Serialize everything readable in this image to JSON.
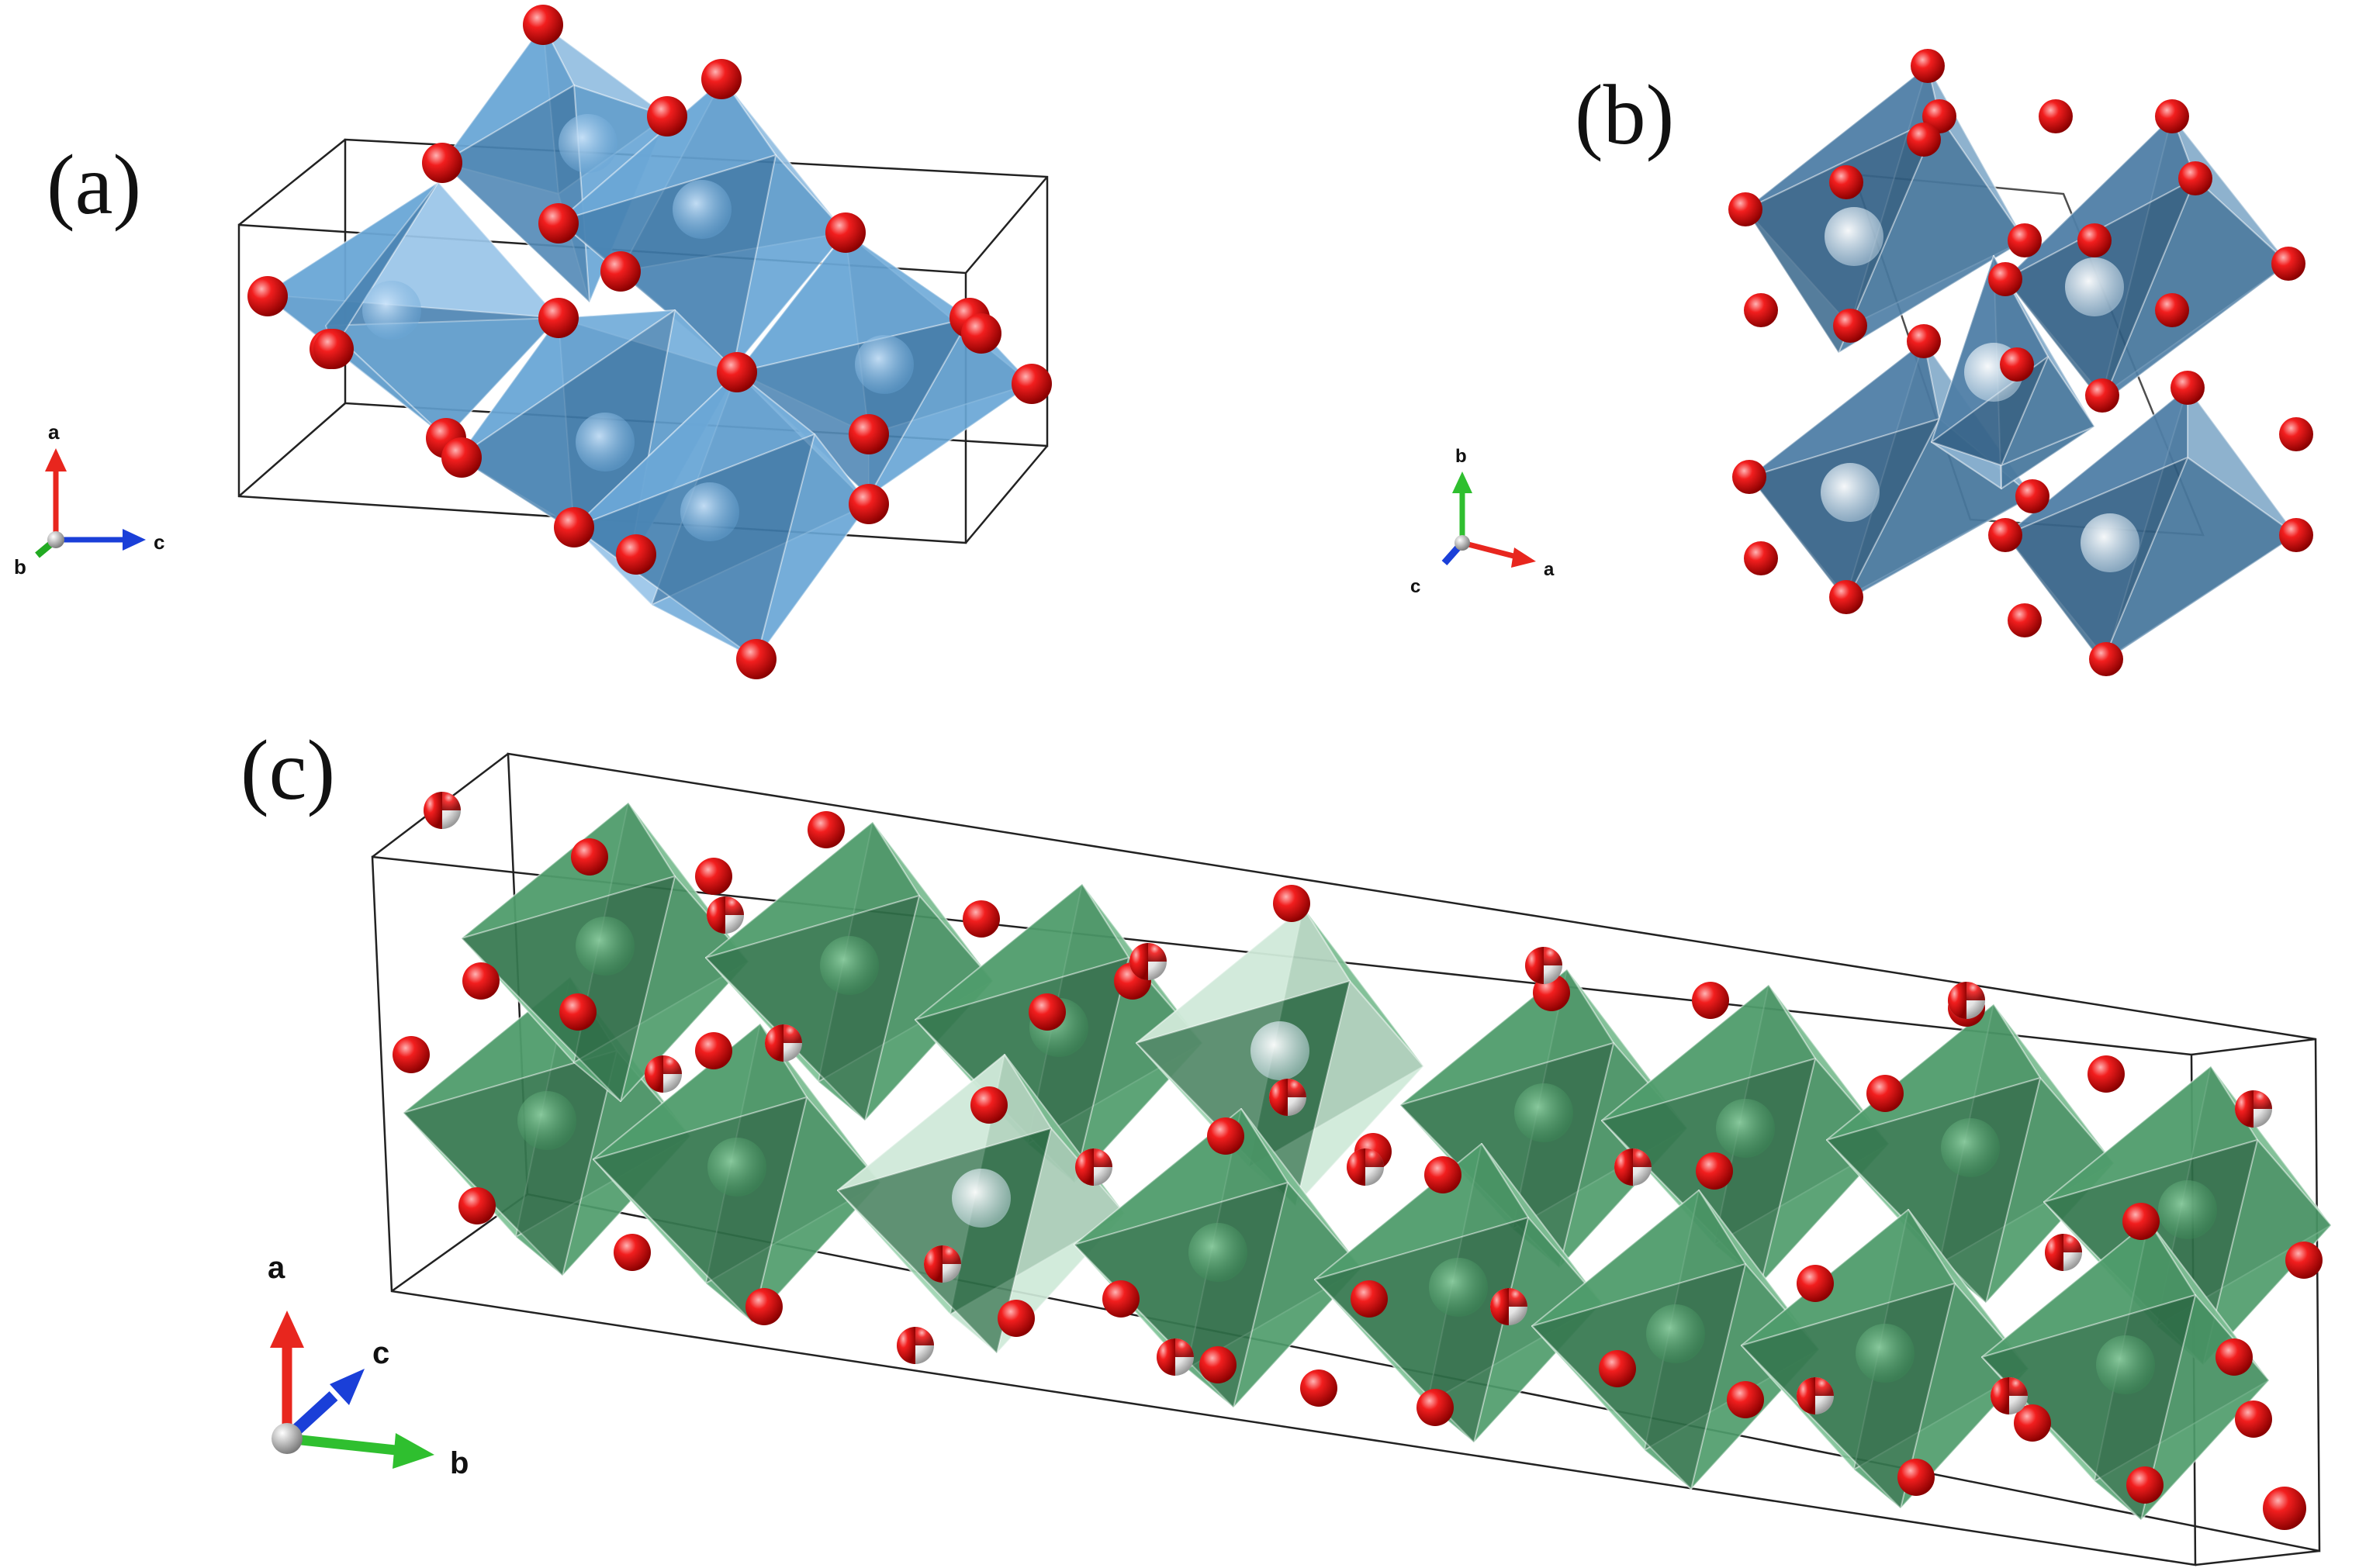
{
  "figure": {
    "panels": [
      {
        "id": "a",
        "label": "(a)",
        "axes": {
          "x": "c",
          "y": "a",
          "z": "b"
        }
      },
      {
        "id": "b",
        "label": "(b)",
        "axes": {
          "x": "a",
          "y": "b",
          "z": "c"
        }
      },
      {
        "id": "c",
        "label": "(c)",
        "axes": {
          "x": "b",
          "y": "a",
          "z": "c"
        }
      }
    ]
  },
  "colors": {
    "blue_polyhedra": "#6aa6d6",
    "green_polyhedra": "#4e9e6e",
    "oxygen": "#e01010",
    "mixed_site": "#f2f2f2",
    "axis_red": "#e8261e",
    "axis_green": "#2fbf2f",
    "axis_blue": "#1a3fd8",
    "axis_green_short": "#22aa22"
  },
  "icons": {
    "oxygen_atom": "red-sphere-icon",
    "mixed_atom": "half-red-white-sphere-icon",
    "octahedron": "polyhedron-icon"
  }
}
